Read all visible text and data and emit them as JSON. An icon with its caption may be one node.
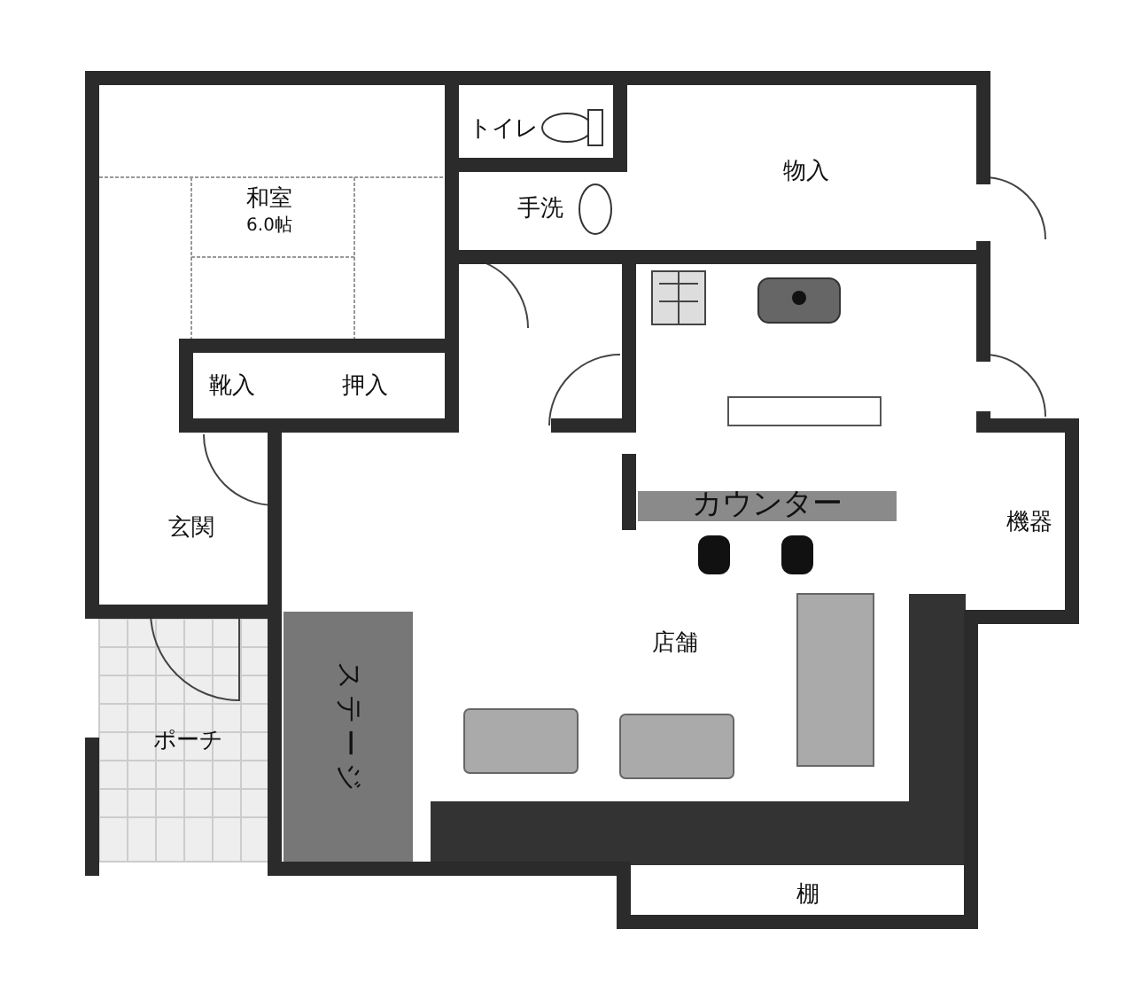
{
  "diagram": {
    "nodes": [
      {
        "text": [
          "和室",
          "6.0帖"
        ]
      },
      {
        "text": [
          "トイレ"
        ]
      },
      {
        "text": [
          "物入"
        ]
      },
      {
        "text": [
          "手洗"
        ]
      },
      {
        "text": [
          "靴入"
        ]
      },
      {
        "text": [
          "押入"
        ]
      },
      {
        "text": [
          "玄関"
        ]
      },
      {
        "text": [
          "店舗"
        ]
      },
      {
        "text": [
          "カウンター"
        ],
        "in": 7
      },
      {
        "text": [
          "機器"
        ]
      },
      {
        "text": [
          "ステージ"
        ],
        "in": 7
      },
      {
        "text": [
          "ポーチ"
        ]
      },
      {
        "text": [
          "棚"
        ]
      }
    ]
  }
}
